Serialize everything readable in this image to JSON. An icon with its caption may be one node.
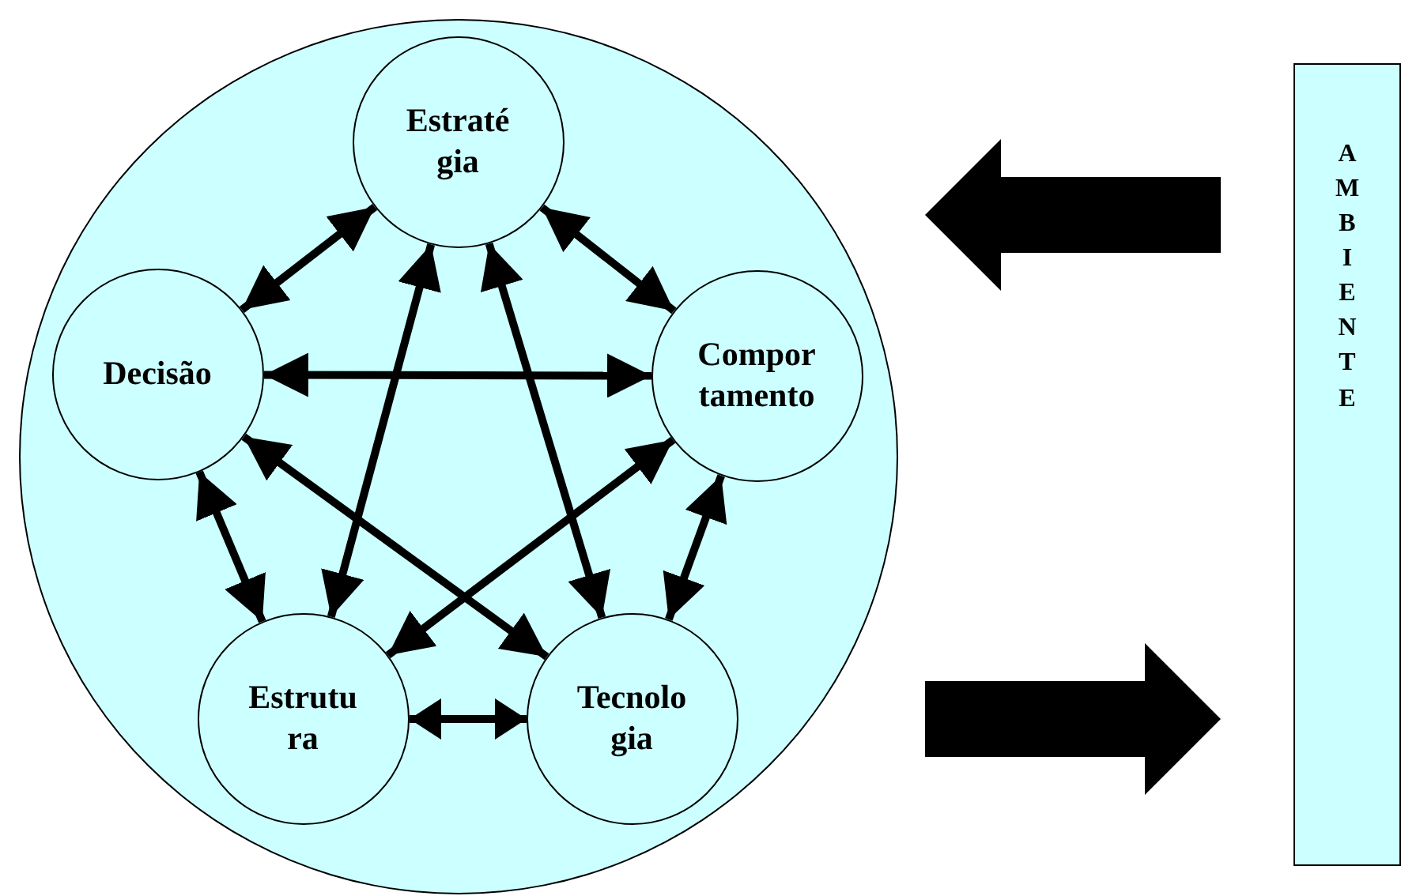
{
  "diagram": {
    "nodes": [
      {
        "text": [],
        "shape": "circle"
      },
      {
        "text": [
          "Estraté gia"
        ],
        "in": 0
      },
      {
        "text": [
          "Decisão"
        ],
        "in": 0
      },
      {
        "text": [
          "Compor tamento"
        ],
        "in": 0
      },
      {
        "text": [
          "Estrutu ra"
        ],
        "in": 0
      },
      {
        "text": [
          "Tecnolo gia"
        ],
        "in": 0
      },
      {
        "text": [
          "A M B I E N T E"
        ]
      }
    ],
    "edges": [
      {
        "from": 1,
        "to": 2,
        "arrow": "both"
      },
      {
        "from": 1,
        "to": 3,
        "arrow": "both"
      },
      {
        "from": 2,
        "to": 3,
        "arrow": "both"
      },
      {
        "from": 1,
        "to": 4,
        "arrow": "both"
      },
      {
        "from": 1,
        "to": 5,
        "arrow": "both"
      },
      {
        "from": 2,
        "to": 4,
        "arrow": "both"
      },
      {
        "from": 2,
        "to": 5,
        "arrow": "both"
      },
      {
        "from": 3,
        "to": 4,
        "arrow": "both"
      },
      {
        "from": 3,
        "to": 5,
        "arrow": "both"
      },
      {
        "from": 4,
        "to": 5,
        "arrow": "both"
      },
      {
        "from": 6,
        "to": 0,
        "arrow": "to",
        "style": "thick"
      },
      {
        "from": 0,
        "to": 6,
        "arrow": "to",
        "style": "thick"
      }
    ]
  }
}
